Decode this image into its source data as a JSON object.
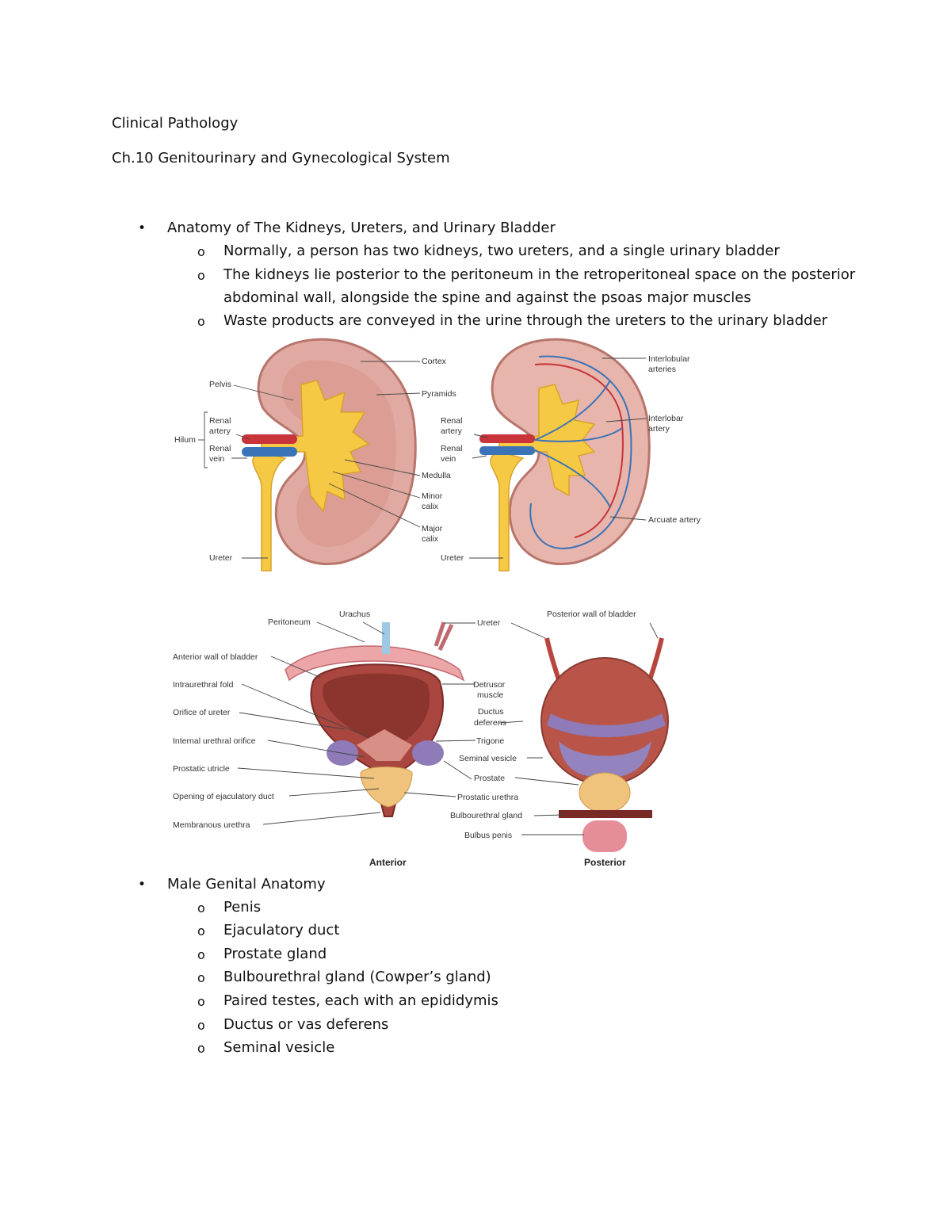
{
  "doc": {
    "title": "Clinical Pathology",
    "chapter": "Ch.10  Genitourinary and Gynecological System"
  },
  "sections": [
    {
      "heading": "Anatomy of The Kidneys, Ureters, and Urinary Bladder",
      "items": [
        "Normally, a person has two kidneys, two ureters, and a single urinary bladder",
        "The kidneys lie posterior to the peritoneum in the retroperitoneal space on the posterior",
        "abdominal wall, alongside the spine and against the psoas major muscles",
        "Waste products are conveyed in the urine through the ureters to the urinary bladder"
      ]
    },
    {
      "heading": "Male Genital Anatomy",
      "items": [
        "Penis",
        "Ejaculatory duct",
        "Prostate gland",
        "Bulbourethral gland (Cowper’s gland)",
        "Paired testes, each with an epididymis",
        "Ductus or vas deferens",
        "Seminal vesicle"
      ]
    }
  ],
  "markers": {
    "bullet": "•",
    "sub": "o"
  },
  "kidney_figure": {
    "left_labels": {
      "cortex": "Cortex",
      "pelvis": "Pelvis",
      "pyramids": "Pyramids",
      "renal_artery_1": "Renal",
      "renal_artery_2": "artery",
      "hilum": "Hilum",
      "renal_vein_1": "Renal",
      "renal_vein_2": "vein",
      "medulla": "Medulla",
      "minor_calix_1": "Minor",
      "minor_calix_2": "calix",
      "major_calix_1": "Major",
      "major_calix_2": "calix",
      "ureter": "Ureter"
    },
    "right_labels": {
      "interlobular_1": "Interlobular",
      "interlobular_2": "arteries",
      "renal_artery_1": "Renal",
      "renal_artery_2": "artery",
      "interlobar_1": "Interlobar",
      "interlobar_2": "artery",
      "renal_vein_1": "Renal",
      "renal_vein_2": "vein",
      "arcuate": "Arcuate artery",
      "ureter": "Ureter"
    }
  },
  "bladder_figure": {
    "labels": {
      "urachus": "Urachus",
      "peritoneum": "Peritoneum",
      "ureter": "Ureter",
      "posterior_wall": "Posterior wall of bladder",
      "anterior_wall": "Anterior wall of bladder",
      "intraurethral_fold": "Intraurethral fold",
      "orifice_ureter": "Orifice of ureter",
      "internal_orifice": "Internal urethral orifice",
      "prostatic_utricle": "Prostatic utricle",
      "opening_duct": "Opening of ejaculatory duct",
      "membranous_urethra": "Membranous urethra",
      "detrusor_1": "Detrusor",
      "detrusor_2": "muscle",
      "ductus_1": "Ductus",
      "ductus_2": "deferens",
      "trigone": "Trigone",
      "seminal_vesicle": "Seminal vesicle",
      "prostate": "Prostate",
      "prostatic_urethra": "Prostatic urethra",
      "bulbourethral_gland": "Bulbourethral gland",
      "bulbus_penis": "Bulbus penis",
      "anterior": "Anterior",
      "posterior": "Posterior"
    }
  },
  "colors": {
    "kidney_tissue": "#e0aaa2",
    "pelvis_yellow": "#f6c945",
    "artery_red": "#c8343a",
    "vein_blue": "#3a73b8",
    "bladder_muscle": "#a9463f",
    "seminal_purple": "#8e7bb8",
    "prostate_tan": "#efc37c"
  }
}
